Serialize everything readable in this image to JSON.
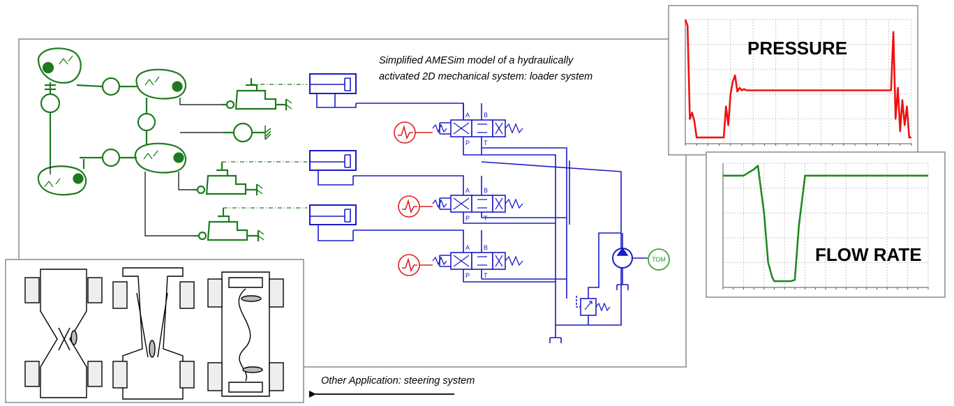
{
  "caption": {
    "line1": "Simplified AMESim model of a hydraulically",
    "line2": "activated 2D mechanical system: loader system"
  },
  "pressure_chart_title": "PRESSURE",
  "flow_chart_title": "FLOW RATE",
  "bottom_caption": "Other Application: steering system",
  "motor_label": "TOM",
  "port_labels": {
    "a": "A",
    "b": "B",
    "p": "P",
    "t": "T"
  },
  "colors": {
    "mechanical": "#1f7a1f",
    "hydraulic": "#1a1ac8",
    "source": "#e02020",
    "pressure_trace": "#ee1111",
    "flow_trace": "#1f8a1f",
    "frame": "#8a8a8a"
  },
  "chart_data": [
    {
      "type": "line",
      "title": "PRESSURE",
      "x": [
        0,
        1,
        2,
        3,
        4,
        5,
        6,
        7,
        8,
        9,
        10,
        11,
        12,
        13,
        14,
        15,
        16,
        17,
        18,
        19,
        20,
        21,
        22,
        23,
        24,
        25,
        26,
        27,
        28,
        29,
        30,
        31,
        32,
        33,
        34,
        35,
        36,
        37,
        38,
        39,
        40,
        41,
        42,
        43,
        44,
        45,
        46,
        47,
        48,
        49,
        50,
        51,
        52,
        53,
        54,
        55,
        56,
        57,
        58,
        59,
        60,
        61,
        62,
        63,
        64,
        65,
        66,
        67,
        68,
        69,
        70,
        71,
        72,
        73,
        74,
        75,
        76,
        77,
        78,
        79,
        80,
        81,
        82,
        83,
        84,
        85,
        86,
        87,
        88,
        89,
        90,
        91,
        92,
        93,
        94,
        95,
        96,
        97,
        98,
        99,
        100
      ],
      "values": [
        100,
        95,
        20,
        25,
        18,
        5,
        5,
        5,
        5,
        5,
        5,
        5,
        5,
        5,
        5,
        5,
        5,
        5,
        30,
        15,
        40,
        50,
        55,
        42,
        45,
        43,
        44,
        43,
        43,
        43,
        43,
        43,
        43,
        43,
        43,
        43,
        43,
        43,
        43,
        43,
        43,
        43,
        43,
        43,
        43,
        43,
        43,
        43,
        43,
        43,
        43,
        43,
        43,
        43,
        43,
        43,
        43,
        43,
        43,
        43,
        43,
        43,
        43,
        43,
        43,
        43,
        43,
        43,
        43,
        43,
        43,
        43,
        43,
        43,
        43,
        43,
        43,
        43,
        43,
        43,
        43,
        43,
        43,
        43,
        43,
        43,
        43,
        43,
        43,
        43,
        43,
        43,
        90,
        20,
        45,
        10,
        35,
        15,
        30,
        5,
        5
      ],
      "xlabel": "",
      "ylabel": "",
      "ylim": [
        0,
        100
      ],
      "grid": true
    },
    {
      "type": "line",
      "title": "FLOW RATE",
      "x": [
        0,
        5,
        10,
        15,
        17,
        20,
        22,
        24,
        25,
        27,
        30,
        33,
        35,
        37,
        40,
        45,
        50,
        55,
        60,
        65,
        70,
        75,
        80,
        85,
        90,
        95,
        100
      ],
      "values": [
        90,
        90,
        90,
        95,
        98,
        60,
        20,
        8,
        5,
        5,
        5,
        5,
        6,
        50,
        90,
        90,
        90,
        90,
        90,
        90,
        90,
        90,
        90,
        90,
        90,
        90,
        90
      ],
      "xlabel": "",
      "ylabel": "",
      "ylim": [
        0,
        100
      ],
      "grid": true
    }
  ]
}
